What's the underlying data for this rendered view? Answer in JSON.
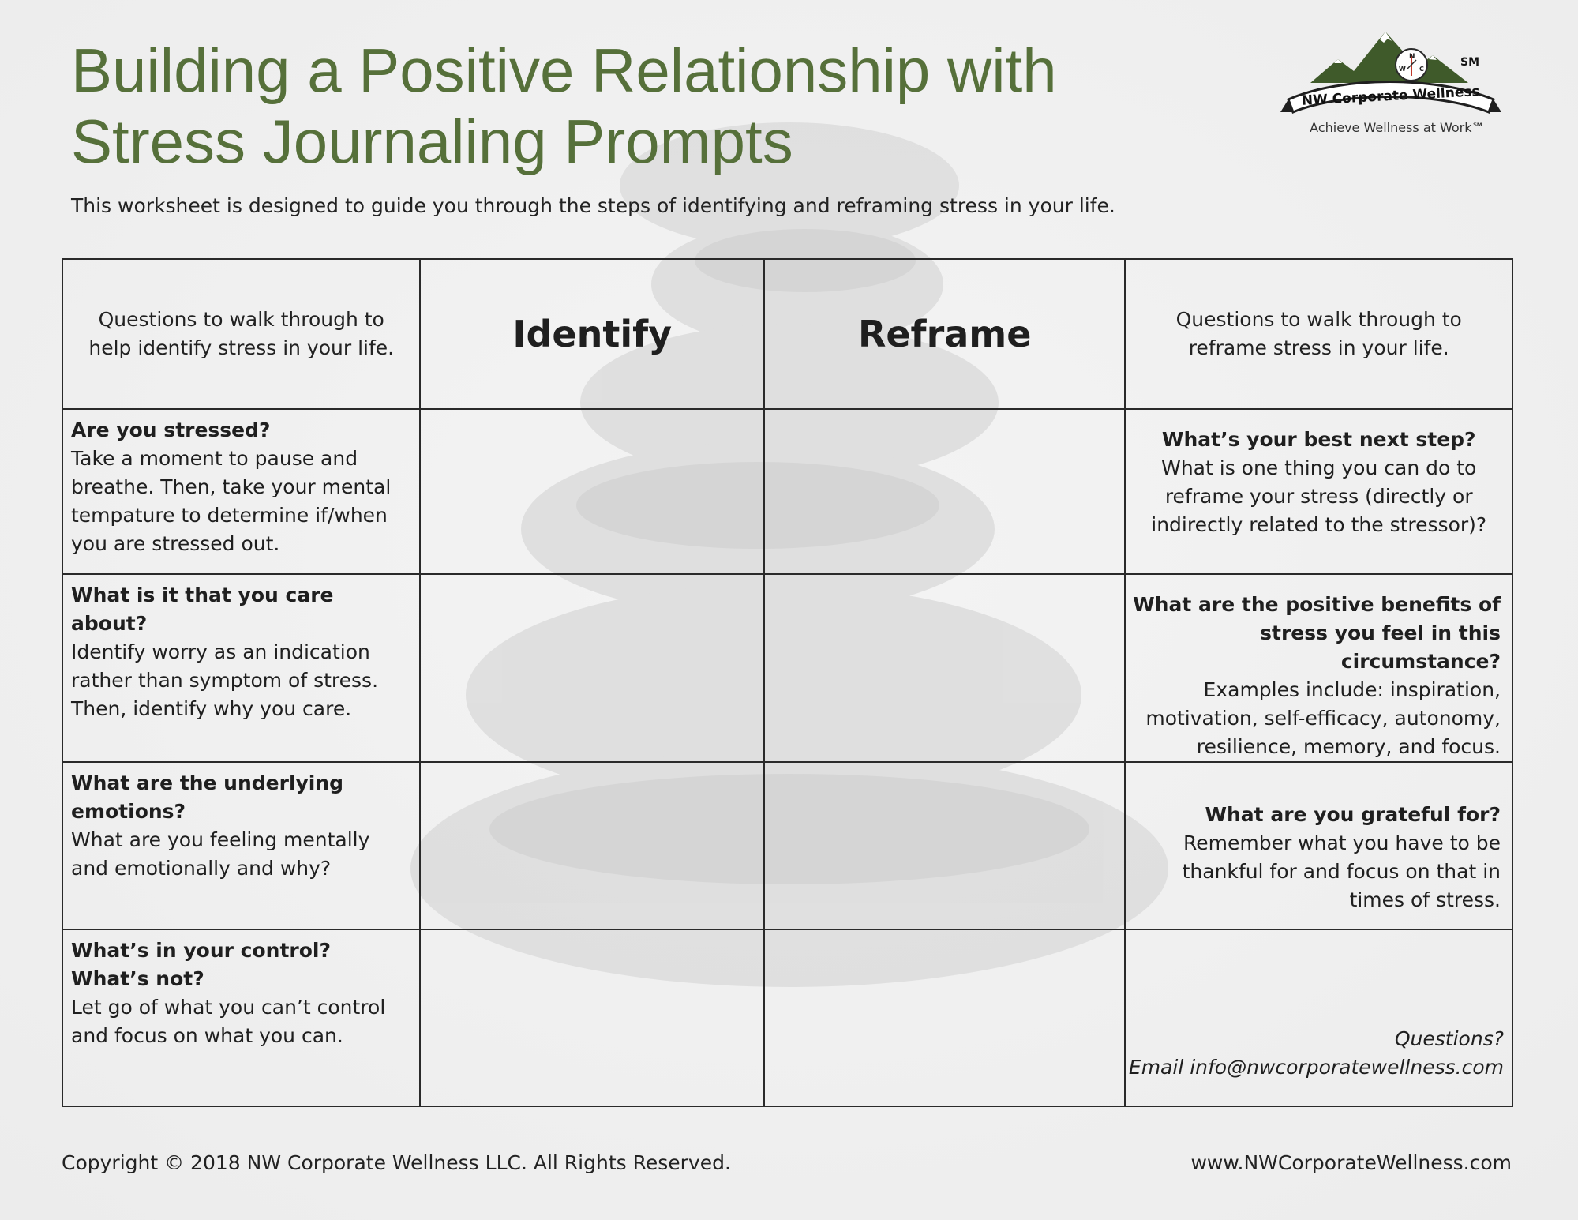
{
  "title": {
    "line1": "Building a Positive Relationship with",
    "line2": "Stress Journaling Prompts"
  },
  "intro": "This worksheet is designed to guide you through the steps of identifying and reframing stress in your life.",
  "logo": {
    "brand": "NW Corporate Wellness",
    "mark": "SM",
    "compass": [
      "N",
      "W",
      "C"
    ],
    "tagline": "Achieve Wellness at Work℠",
    "brand_color": "#3f5a2a"
  },
  "colors": {
    "title": "#56703a",
    "text": "#1f1f1f",
    "border": "#2a2a2a"
  },
  "table": {
    "header": {
      "left_note": "Questions to walk through to help identify stress in your life.",
      "identify": "Identify",
      "reframe": "Reframe",
      "right_note": "Questions to walk through to reframe stress in your life."
    },
    "rows": [
      {
        "left_q": "Are you stressed?",
        "left_text": "Take a moment to pause and breathe. Then, take your mental tempature to determine if/when you are stressed out.",
        "right_q": "What’s your best next step?",
        "right_text": "What is one thing you can do to reframe your stress (directly or indirectly related to the stressor)?"
      },
      {
        "left_q": "What is it that you care about?",
        "left_text": "Identify worry as an indication rather than symptom of stress. Then, identify why you care.",
        "right_q": "What are the positive benefits of stress you feel in this circumstance?",
        "right_text": "Examples include: inspiration, motivation, self-efficacy, autonomy, resilience, memory, and focus."
      },
      {
        "left_q": "What are the underlying emotions?",
        "left_text": "What are you feeling mentally and emotionally and why?",
        "right_q": "What are you grateful for?",
        "right_text": "Remember what you have to be thankful for and focus on that in times of stress."
      },
      {
        "left_q": "What’s in your control? What’s not?",
        "left_text": "Let go of what you can’t control and focus on what you can.",
        "contact_q": "Questions?",
        "contact_email": "Email info@nwcorporatewellness.com"
      }
    ]
  },
  "footer": {
    "copyright": "Copyright © 2018 NW Corporate Wellness LLC. All Rights Reserved.",
    "website": "www.NWCorporateWellness.com"
  }
}
